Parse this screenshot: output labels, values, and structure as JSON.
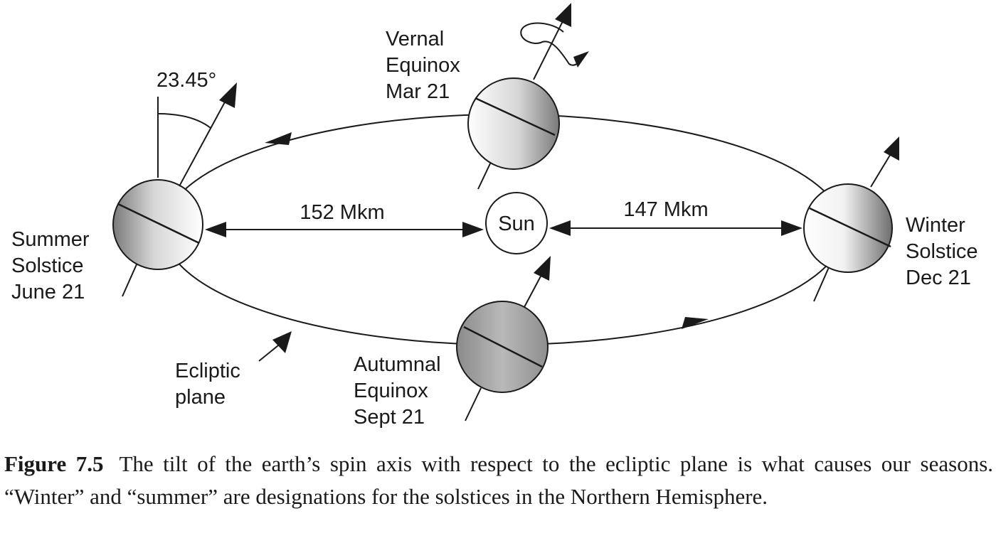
{
  "labels": {
    "tilt_angle": "23.45°",
    "vernal": [
      "Vernal",
      "Equinox",
      "Mar 21"
    ],
    "summer": [
      "Summer",
      "Solstice",
      "June 21"
    ],
    "winter": [
      "Winter",
      "Solstice",
      "Dec 21"
    ],
    "autumnal": [
      "Autumnal",
      "Equinox",
      "Sept 21"
    ],
    "ecliptic": [
      "Ecliptic",
      "plane"
    ],
    "sun": "Sun",
    "distance_left": "152 Mkm",
    "distance_right": "147 Mkm"
  },
  "caption": {
    "label": "Figure 7.5",
    "text": "The tilt of the earth’s spin axis with respect to the ecliptic plane is what causes our seasons. “Winter” and “summer” are designations for the solstices in the Northern Hemisphere."
  }
}
